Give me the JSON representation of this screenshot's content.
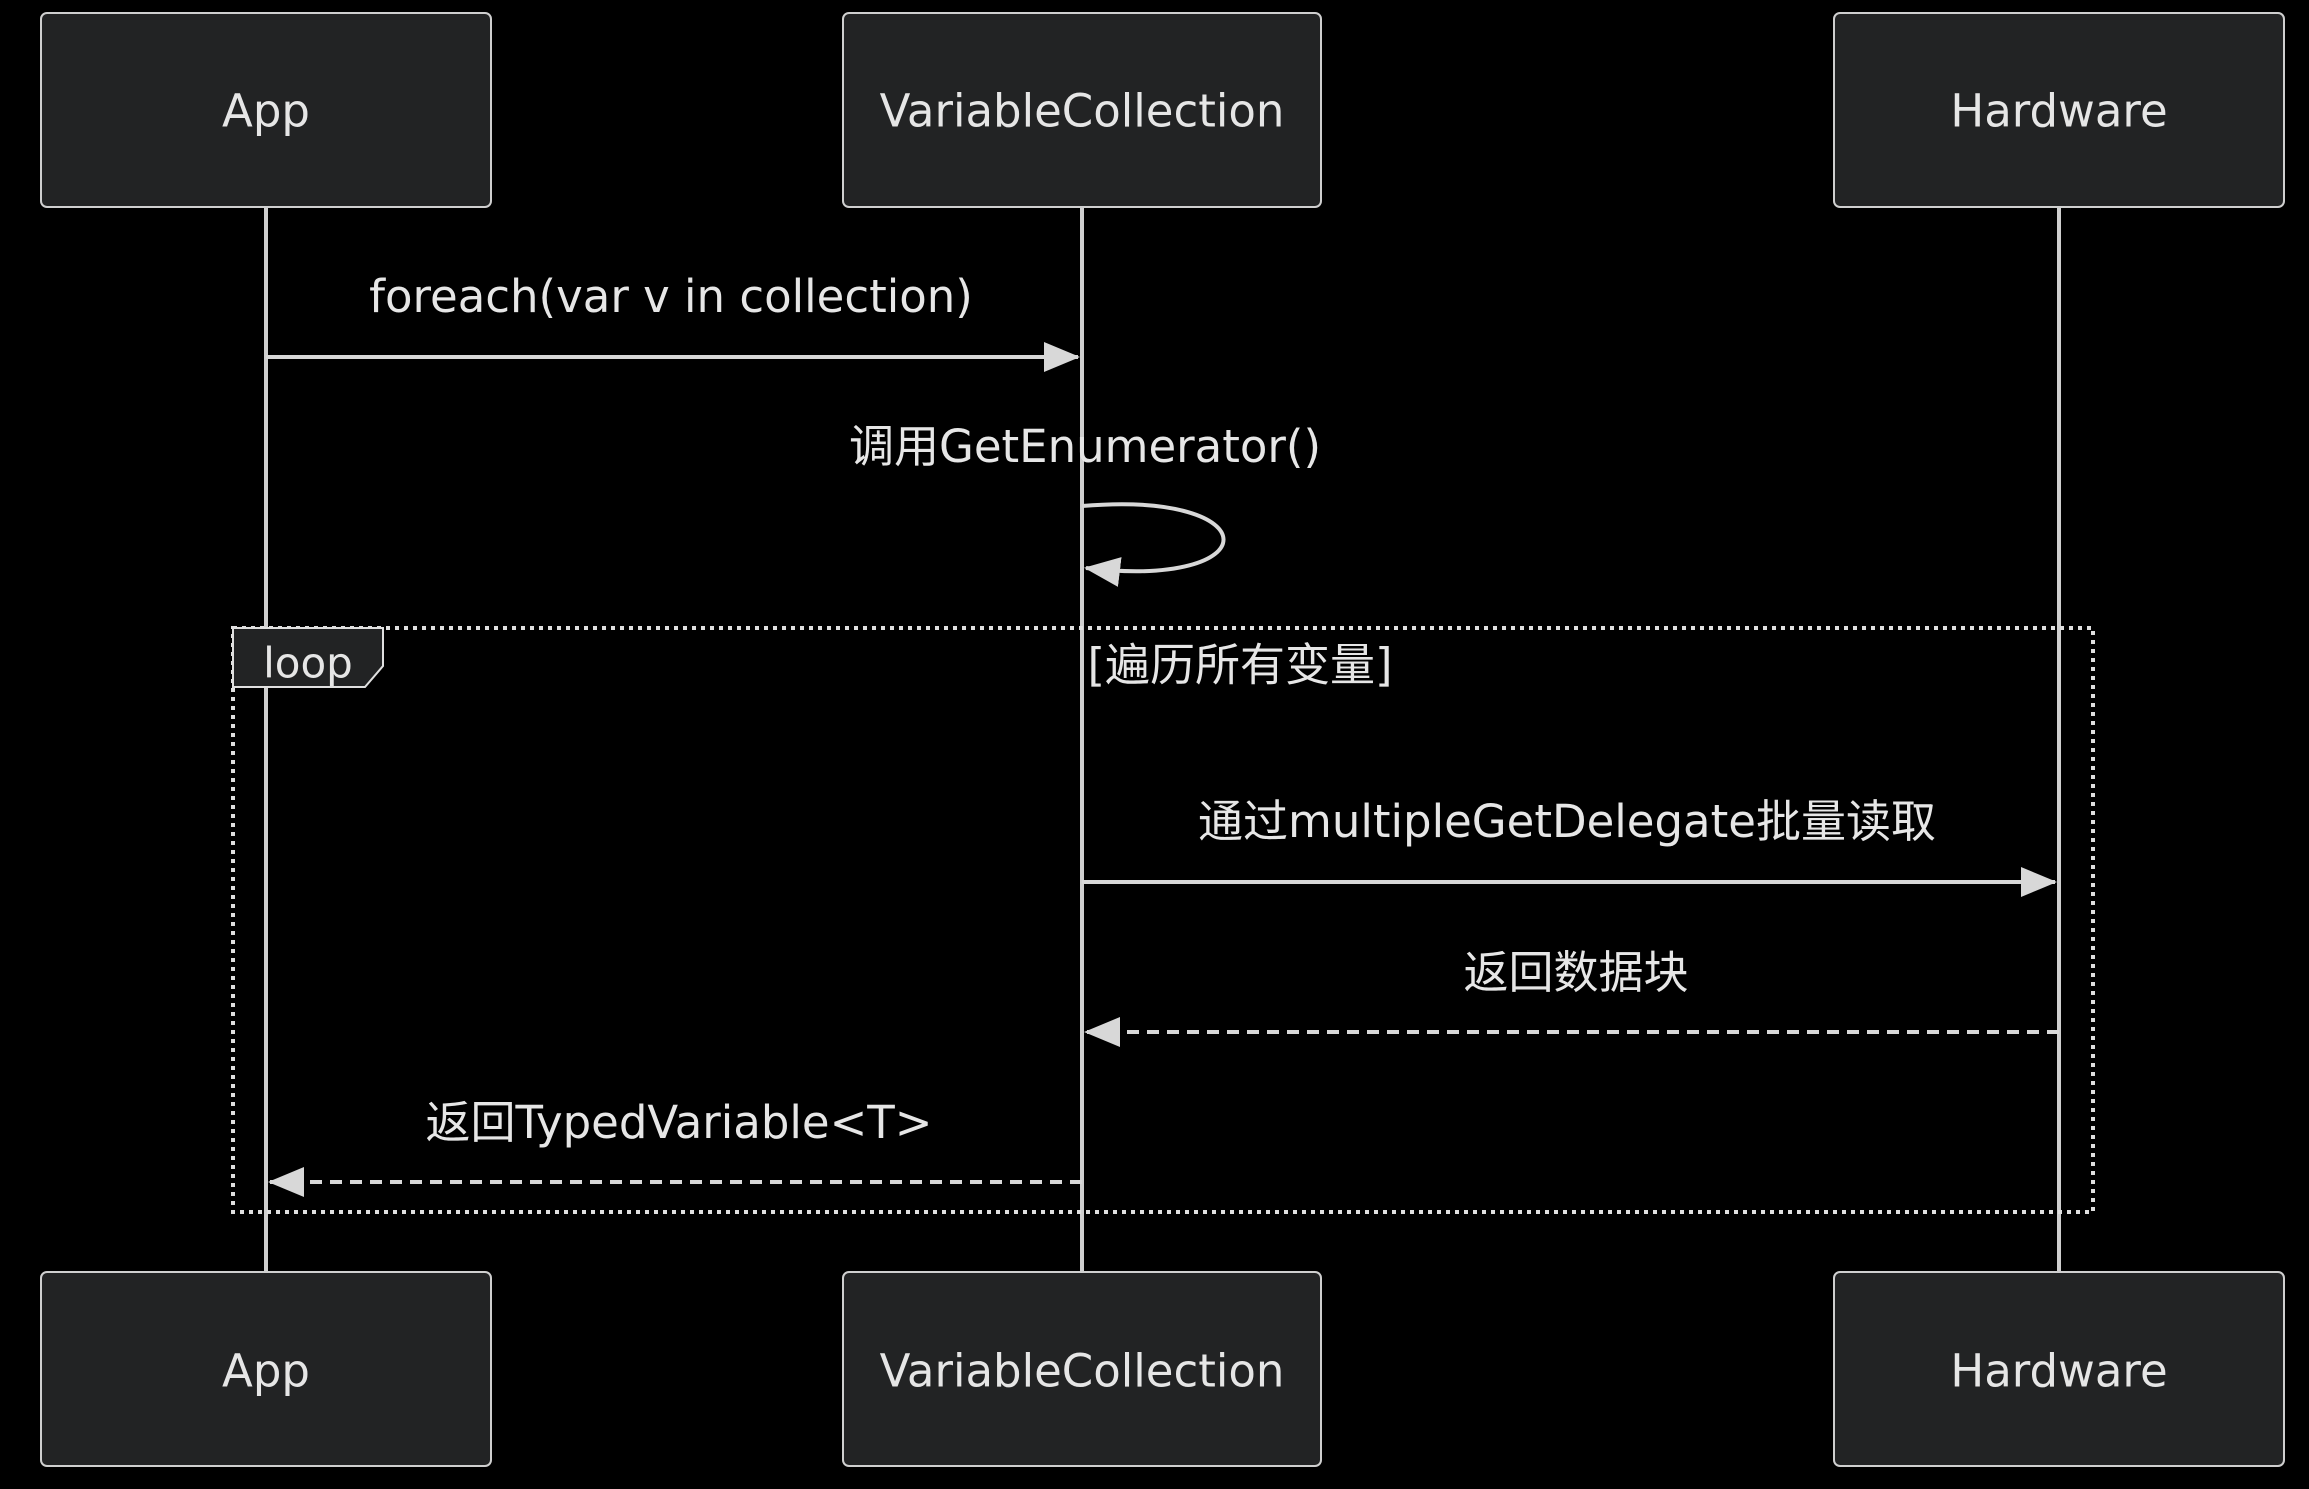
{
  "participants": [
    {
      "id": "app",
      "label": "App"
    },
    {
      "id": "vc",
      "label": "VariableCollection"
    },
    {
      "id": "hw",
      "label": "Hardware"
    }
  ],
  "messages": [
    {
      "id": "m1",
      "text": "foreach(var v in collection)",
      "style": "solid"
    },
    {
      "id": "m2",
      "text": "调用GetEnumerator()",
      "style": "solid"
    },
    {
      "id": "m3",
      "text": "通过multipleGetDelegate批量读取",
      "style": "solid"
    },
    {
      "id": "m4",
      "text": "返回数据块",
      "style": "dashed"
    },
    {
      "id": "m5",
      "text": "返回TypedVariable<T>",
      "style": "dashed"
    }
  ],
  "loop": {
    "label": "loop",
    "condition": "[遍历所有变量]"
  },
  "colors": {
    "background": "#000000",
    "box_fill": "#222324",
    "stroke": "#cfcfcf",
    "text": "#e6e6e6"
  }
}
